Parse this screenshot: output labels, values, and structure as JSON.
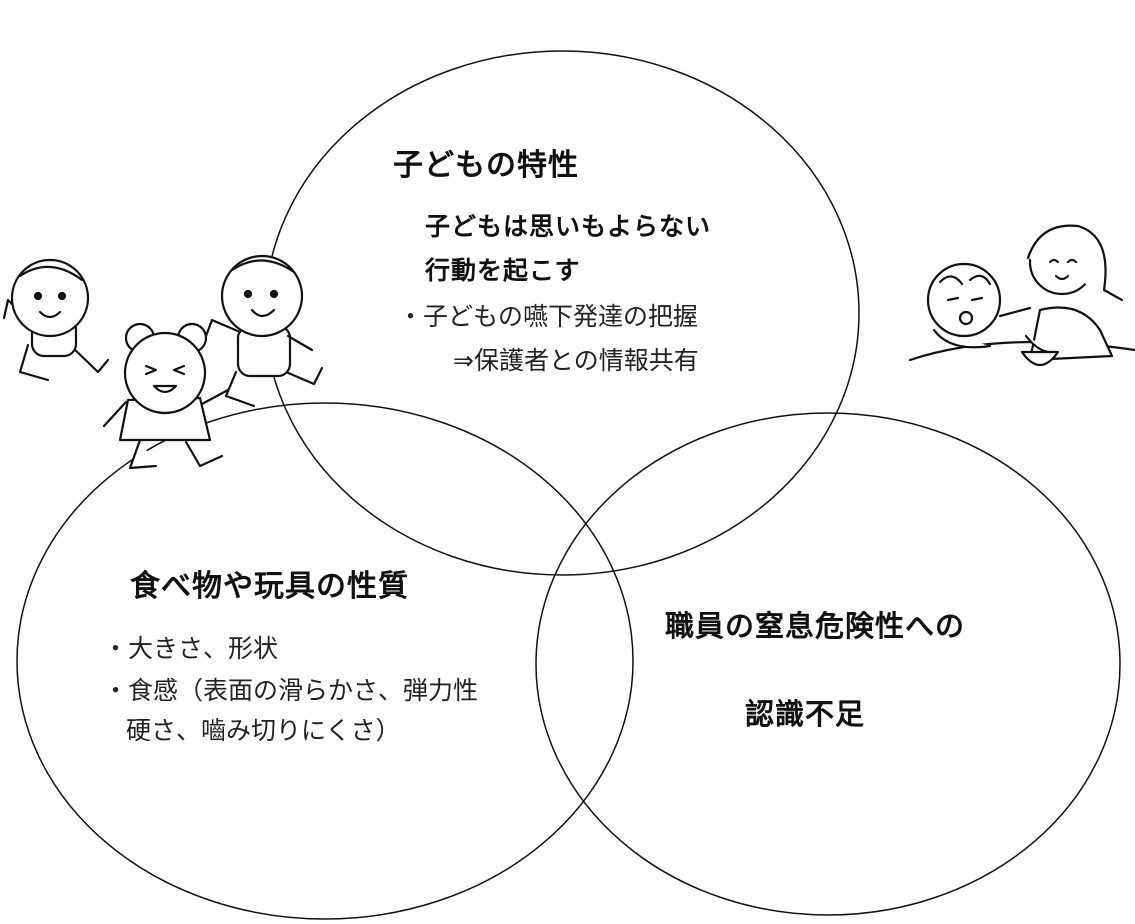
{
  "circles": {
    "child": {
      "title": "子どもの特性",
      "subtitle_line1": "子どもは思いもよらない",
      "subtitle_line2": "行動を起こす",
      "item1": "・子どもの嚥下発達の把握",
      "item2": "⇒保護者との情報共有"
    },
    "food": {
      "title": "食べ物や玩具の性質",
      "item1": "・大きさ、形状",
      "item2": "・食感（表面の滑らかさ、弾力性",
      "item3": "硬さ、嚙み切りにくさ）"
    },
    "staff": {
      "title_line1": "職員の窒息危険性への",
      "title_line2": "認識不足"
    }
  },
  "colors": {
    "line": "#111111",
    "background": "#ffffff"
  },
  "illustrations": [
    "children-running-illustration",
    "mother-feeding-baby-illustration"
  ]
}
